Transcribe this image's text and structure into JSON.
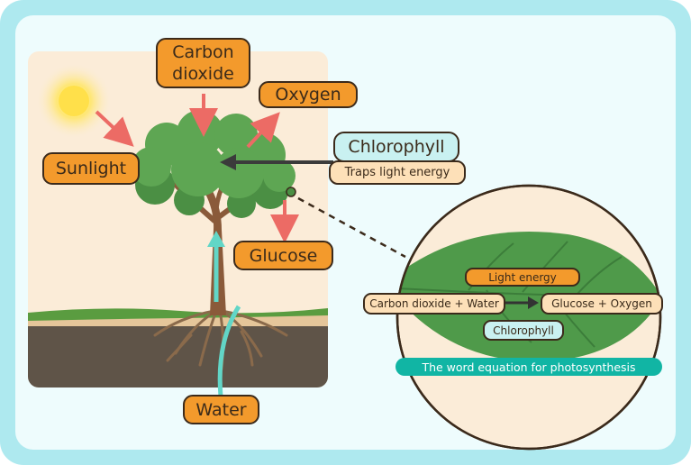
{
  "labels": {
    "carbon_dioxide": "Carbon dioxide",
    "oxygen": "Oxygen",
    "sunlight": "Sunlight",
    "chlorophyll": "Chlorophyll",
    "traps_light": "Traps light energy",
    "glucose": "Glucose",
    "water": "Water"
  },
  "equation": {
    "light_energy": "Light energy",
    "reactants": "Carbon dioxide + Water",
    "products": "Glucose + Oxygen",
    "chlorophyll": "Chlorophyll",
    "caption": "The word equation for photosynthesis"
  },
  "colors": {
    "frame": "#aee9ef",
    "panel": "#eefcfd",
    "scene_sky": "#fbecd8",
    "soil": "#5f5448",
    "grass": "#5a9c40",
    "label_orange": "#f39a2c",
    "label_pale": "#fde0b8",
    "label_mint": "#c9f1f1",
    "caption_teal": "#11b5a4",
    "arrow_red": "#ec6b65",
    "arrow_cyan": "#62d6c7",
    "leaf_green": "#4f9a4a"
  }
}
